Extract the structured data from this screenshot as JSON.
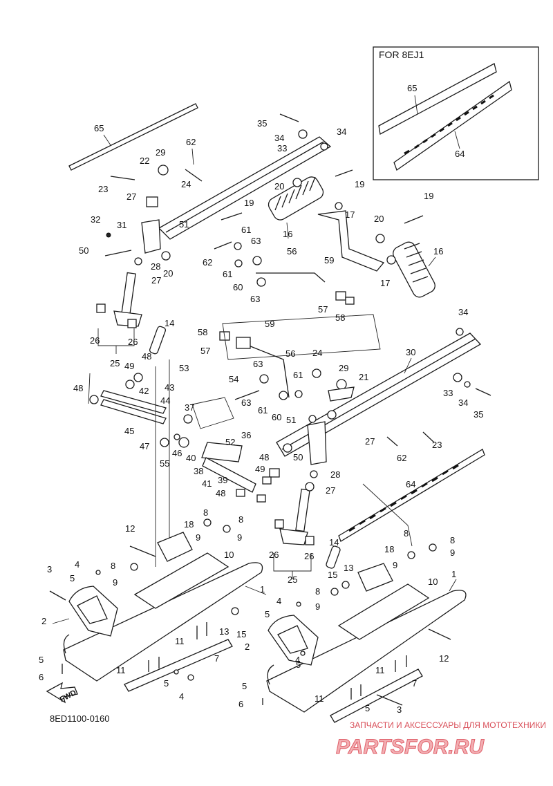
{
  "diagram": {
    "drawing_code": "8ED1100-0160",
    "inset_title": "FOR 8EJ1",
    "fwd_label": "FWD",
    "watermark_line": "ЗАПЧАСТИ И АКСЕССУАРЫ ДЛЯ МОТОТЕХНИКИ",
    "watermark_logo": "PARTSFOR.RU",
    "callouts": [
      "1",
      "2",
      "3",
      "4",
      "5",
      "6",
      "7",
      "8",
      "9",
      "10",
      "11",
      "12",
      "13",
      "14",
      "15",
      "16",
      "17",
      "18",
      "19",
      "20",
      "21",
      "22",
      "23",
      "24",
      "25",
      "26",
      "27",
      "28",
      "29",
      "30",
      "31",
      "32",
      "33",
      "34",
      "35",
      "36",
      "37",
      "38",
      "39",
      "40",
      "41",
      "42",
      "43",
      "44",
      "45",
      "46",
      "47",
      "48",
      "49",
      "50",
      "51",
      "52",
      "53",
      "54",
      "55",
      "56",
      "57",
      "58",
      "59",
      "60",
      "61",
      "62",
      "63",
      "64",
      "65"
    ]
  }
}
